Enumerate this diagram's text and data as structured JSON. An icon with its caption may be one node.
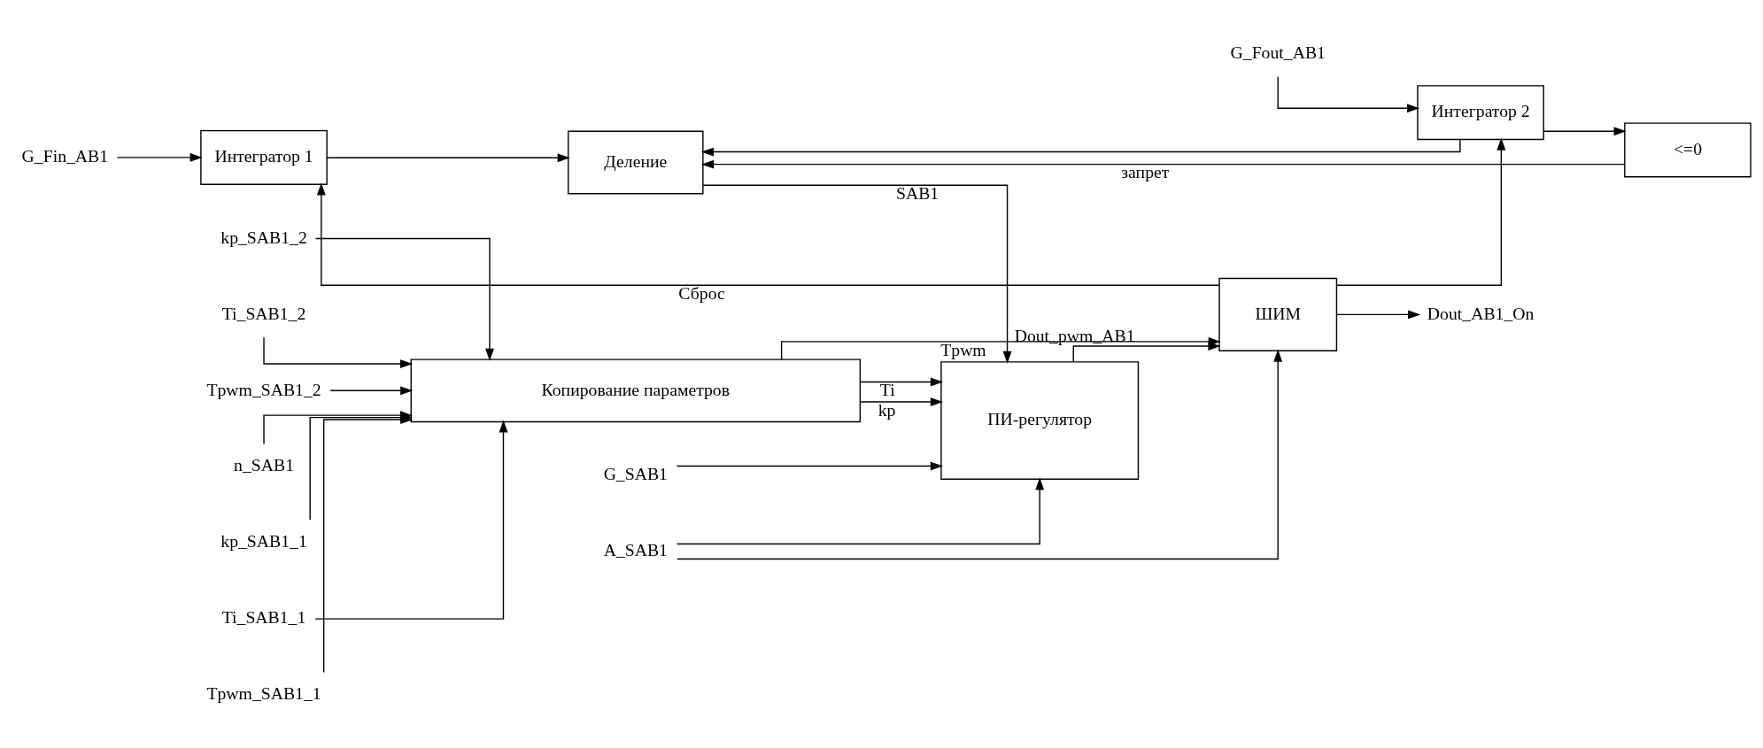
{
  "diagram": {
    "nodes": [
      {
        "text": [
          "Интегратор 1"
        ]
      },
      {
        "text": [
          "Интегратор 2"
        ]
      },
      {
        "text": [
          "Деление"
        ]
      },
      {
        "text": [
          "<=0"
        ]
      },
      {
        "text": [
          "ПИ-регулятор"
        ]
      },
      {
        "text": [
          "Копирование параметров"
        ]
      },
      {
        "text": [
          "ШИМ"
        ]
      },
      {
        "text": [
          "G_Fin_AB1"
        ]
      },
      {
        "text": [
          "G_Fout_AB1"
        ]
      },
      {
        "text": [
          "G_SAB1"
        ]
      },
      {
        "text": [
          "A_SAB1"
        ]
      },
      {
        "text": [
          "n_SAB1"
        ]
      },
      {
        "text": [
          "kp_SAB1_1"
        ]
      },
      {
        "text": [
          "Ti_SAB1_1"
        ]
      },
      {
        "text": [
          "Tpwm_SAB1_1"
        ]
      },
      {
        "text": [
          "kp_SAB1_2"
        ]
      },
      {
        "text": [
          "Ti_SAB1_2"
        ]
      },
      {
        "text": [
          "Tpwm_SAB1_2"
        ]
      },
      {
        "text": [
          "Dout_AB1_On"
        ]
      }
    ],
    "edges": [
      {
        "from": 7,
        "to": 0,
        "arrow": "to"
      },
      {
        "from": 8,
        "to": 1,
        "arrow": "to"
      },
      {
        "from": 0,
        "to": 2,
        "arrow": "to"
      },
      {
        "from": 1,
        "to": 2,
        "arrow": "to"
      },
      {
        "from": 1,
        "to": 3,
        "arrow": "to"
      },
      {
        "from": 3,
        "to": 2,
        "arrow": "to",
        "label": "запрет"
      },
      {
        "from": 2,
        "to": 4,
        "arrow": "to",
        "label": "SAB1"
      },
      {
        "from": 9,
        "to": 4,
        "arrow": "to"
      },
      {
        "from": 10,
        "to": 4,
        "arrow": "to"
      },
      {
        "from": 10,
        "to": 6,
        "arrow": "to"
      },
      {
        "from": 11,
        "to": 5,
        "arrow": "to"
      },
      {
        "from": 12,
        "to": 5,
        "arrow": "to"
      },
      {
        "from": 13,
        "to": 5,
        "arrow": "to"
      },
      {
        "from": 14,
        "to": 5,
        "arrow": "to"
      },
      {
        "from": 15,
        "to": 5,
        "arrow": "to"
      },
      {
        "from": 16,
        "to": 5,
        "arrow": "to"
      },
      {
        "from": 17,
        "to": 5,
        "arrow": "to"
      },
      {
        "from": 5,
        "to": 4,
        "arrow": "to",
        "label": "kp"
      },
      {
        "from": 5,
        "to": 4,
        "arrow": "to",
        "label": "Ti"
      },
      {
        "from": 5,
        "to": 6,
        "arrow": "to",
        "label": "Tpwm"
      },
      {
        "from": 4,
        "to": 6,
        "arrow": "to",
        "label": "Dout_pwm_AB1"
      },
      {
        "from": 6,
        "to": 18,
        "arrow": "to"
      },
      {
        "from": 6,
        "to": 0,
        "arrow": "to",
        "label": "Сброс"
      },
      {
        "from": 6,
        "to": 1,
        "arrow": "to"
      }
    ]
  }
}
